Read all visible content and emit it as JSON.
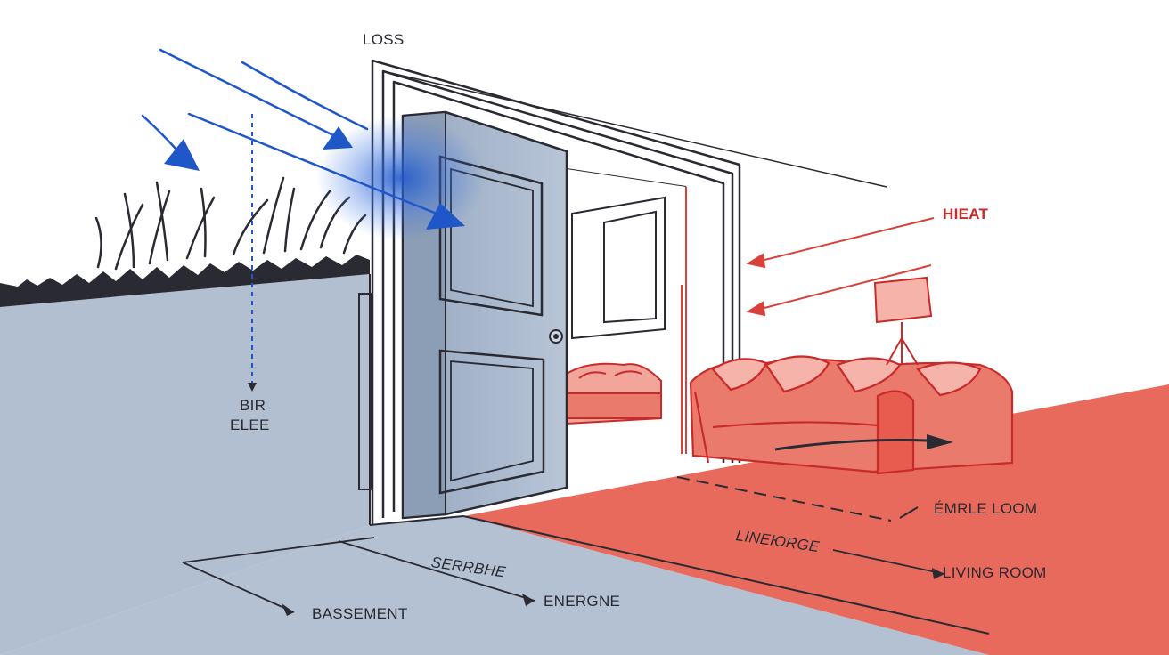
{
  "labels": {
    "loss": "LOSS",
    "heat": "HIEAT",
    "bir": "BIR",
    "elee": "ELEE",
    "emrle_loom": "ÉMRLE LOOM",
    "linerce": "LINEЮRGE",
    "living_room": "LIVING ROOM",
    "serrbie": "SERRBHE",
    "energne": "ENERGNE",
    "basement": "BASSEMENT"
  },
  "colors": {
    "cold_air": "#1f57c9",
    "heat": "#d9403a",
    "interior_fill": "#e86a5c",
    "floor_cold": "#b1bfd1",
    "door": "#a6b6cc",
    "line": "#2a2a33"
  },
  "icons": {
    "cold_air": "arrow-icon",
    "heat": "arrow-icon",
    "door": "door-icon",
    "sofa": "sofa-icon",
    "lamp": "lamp-icon",
    "grass": "grass-icon"
  }
}
